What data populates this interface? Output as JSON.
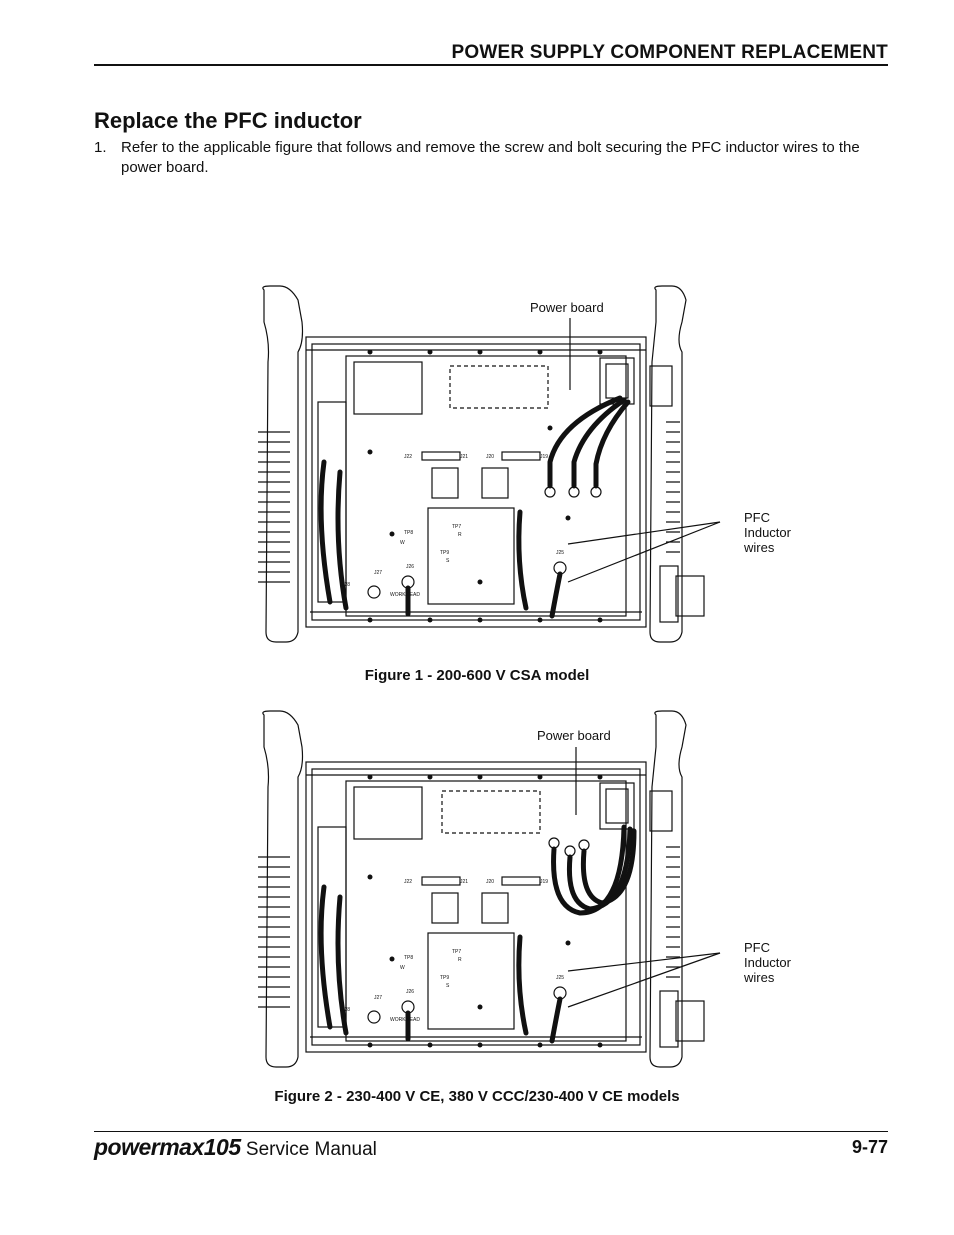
{
  "header": {
    "section": "POWER SUPPLY COMPONENT REPLACEMENT"
  },
  "title": "Replace the PFC inductor",
  "step": {
    "number": "1.",
    "text": "Refer to the applicable figure that follows and remove the screw and bolt securing the PFC inductor wires to the power board."
  },
  "figure1": {
    "callout_power_board": "Power board",
    "callout_pfc_wires": "PFC Inductor wires",
    "caption": "Figure 1 - 200-600 V CSA model",
    "board_labels": {
      "j22": "J22",
      "j21": "J21",
      "j20": "J20",
      "j19": "J19",
      "tp8": "TP8",
      "tp7": "TP7",
      "tp9": "TP9",
      "j27": "J27",
      "j26": "J26",
      "j28": "J28",
      "j25": "J25",
      "work_lead": "WORK LEAD",
      "w": "W",
      "r": "R",
      "s": "S"
    }
  },
  "figure2": {
    "callout_power_board": "Power board",
    "callout_pfc_wires": "PFC Inductor wires",
    "caption": "Figure 2 - 230-400 V CE, 380 V CCC/230-400 V CE models",
    "board_labels": {
      "j22": "J22",
      "j21": "J21",
      "j20": "J20",
      "j19": "J19",
      "tp8": "TP8",
      "tp7": "TP7",
      "tp9": "TP9",
      "j27": "J27",
      "j26": "J26",
      "j28": "J28",
      "j25": "J25",
      "work_lead": "WORK LEAD",
      "w": "W",
      "r": "R",
      "s": "S"
    }
  },
  "footer": {
    "brand": "powermax105",
    "manual": "Service Manual",
    "page": "9-77"
  }
}
